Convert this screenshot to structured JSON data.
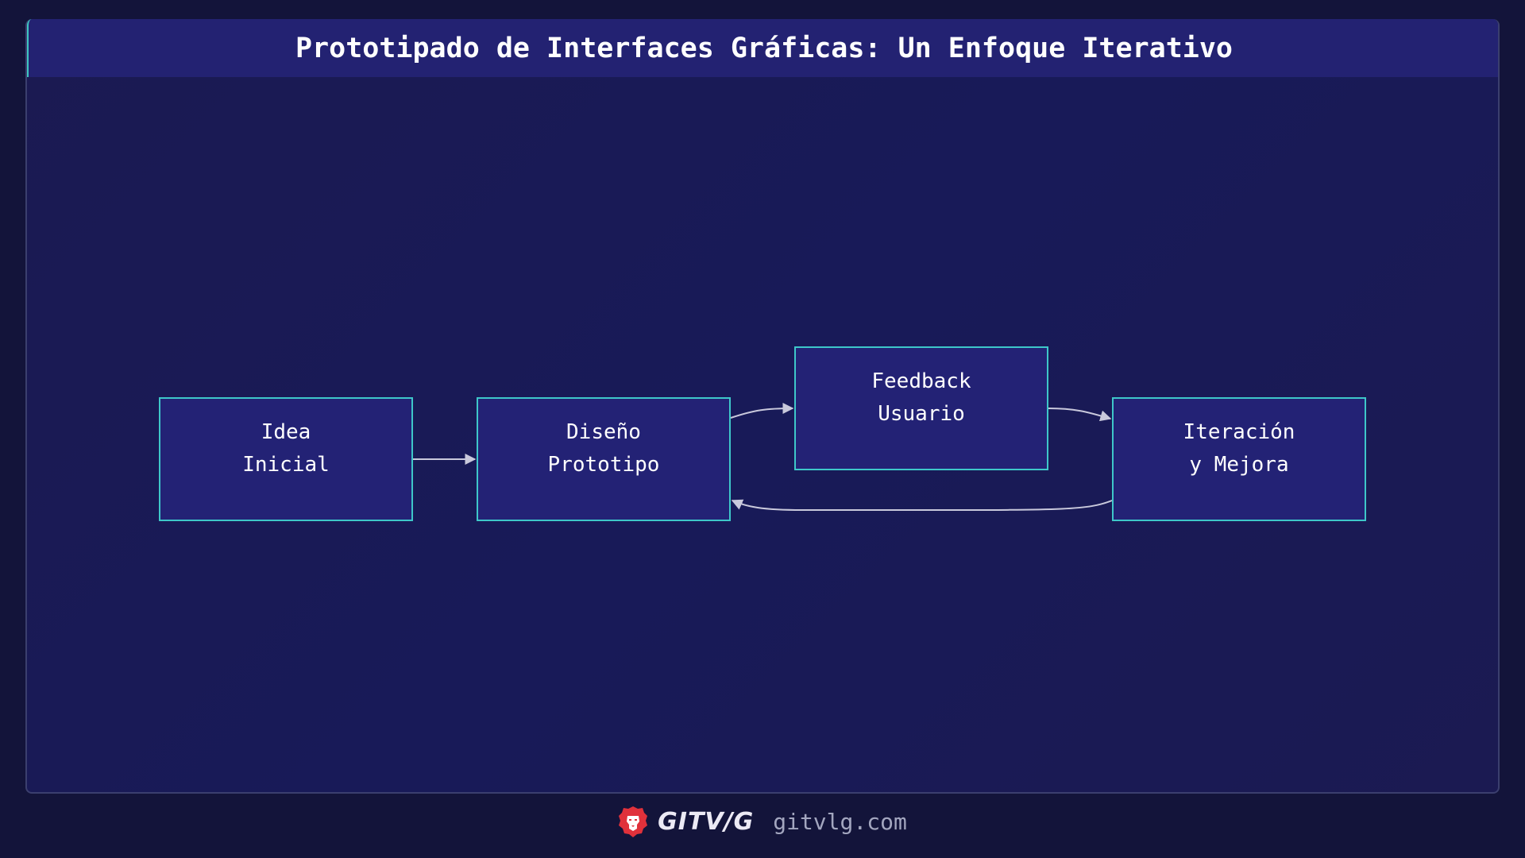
{
  "header": {
    "title": "Prototipado de Interfaces Gráficas: Un Enfoque Iterativo"
  },
  "diagram": {
    "type": "flowchart",
    "direction": "left-to-right",
    "nodes": [
      {
        "id": "idea",
        "lines": [
          "Idea",
          "Inicial"
        ]
      },
      {
        "id": "diseno",
        "lines": [
          "Diseño",
          "Prototipo"
        ]
      },
      {
        "id": "feedback",
        "lines": [
          "Feedback",
          "Usuario"
        ]
      },
      {
        "id": "iteracion",
        "lines": [
          "Iteración",
          "y Mejora"
        ]
      }
    ],
    "edges": [
      {
        "from": "idea",
        "to": "diseno"
      },
      {
        "from": "diseno",
        "to": "feedback"
      },
      {
        "from": "feedback",
        "to": "iteracion"
      },
      {
        "from": "iteracion",
        "to": "diseno"
      }
    ]
  },
  "footer": {
    "brand": "GITV/G",
    "site": "gitvlg.com",
    "logo_icon": "lion-head-icon"
  },
  "colors": {
    "page_background": "#13143a",
    "card_background": "#1b1a52",
    "header_background": "#232272",
    "accent_teal": "#3ec7c0",
    "node_fill": "#232275",
    "node_border": "#3ec7c9",
    "edge_color": "#c9c9dc",
    "logo_red": "#e0313b"
  }
}
